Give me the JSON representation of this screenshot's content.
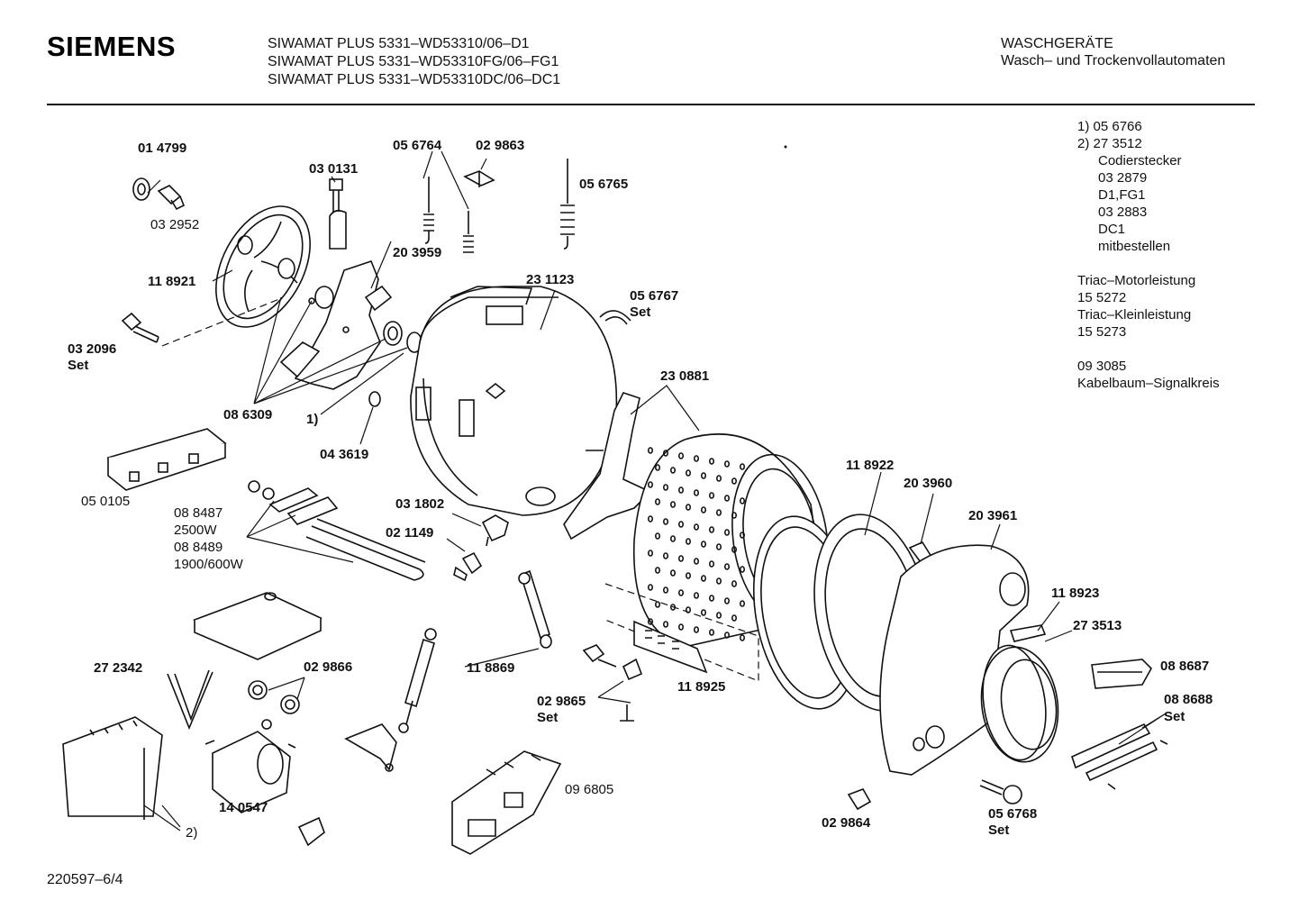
{
  "header": {
    "brand": "SIEMENS",
    "models": [
      "SIWAMAT PLUS 5331–WD53310/06–D1",
      "SIWAMAT PLUS 5331–WD53310FG/06–FG1",
      "SIWAMAT PLUS 5331–WD53310DC/06–DC1"
    ],
    "category_title": "WASCHGERÄTE",
    "category_subtitle": "Wasch– und Trockenvollautomaten"
  },
  "notes": [
    "1)  05 6766",
    "2)  27 3512",
    "Codierstecker",
    "03 2879",
    "D1,FG1",
    "03 2883",
    "DC1",
    "mitbestellen",
    "",
    "Triac–Motorleistung",
    "15 5272",
    "Triac–Kleinleistung",
    "15 5273",
    "",
    "09 3085",
    "Kabelbaum–Signalkreis"
  ],
  "parts": {
    "p014799": "01 4799",
    "p032952": "03 2952",
    "p030131": "03 0131",
    "p056764": "05 6764",
    "p029863": "02 9863",
    "p056765": "05 6765",
    "p203959": "20 3959",
    "p118921": "11 8921",
    "p231123": "23 1123",
    "p056767": "05 6767",
    "p056767_set": "Set",
    "p032096": "03 2096",
    "p032096_set": "Set",
    "p230881": "23 0881",
    "p086309": "08 6309",
    "ref1": "1)",
    "p043619": "04 3619",
    "p050105": "05 0105",
    "p088487": "08 8487",
    "w2500": "2500W",
    "p088489": "08 8489",
    "w1900": "1900/600W",
    "p031802": "03 1802",
    "p021149": "02 1149",
    "p118922": "11 8922",
    "p203960": "20 3960",
    "p203961": "20 3961",
    "p118923": "11 8923",
    "p273513": "27 3513",
    "p088687": "08 8687",
    "p088688": "08 8688",
    "p088688_set": "Set",
    "p272342": "27 2342",
    "p029866": "02 9866",
    "p118869": "11 8869",
    "p118925": "11 8925",
    "p029865": "02 9865",
    "p029865_set": "Set",
    "p140547": "14 0547",
    "ref2": "2)",
    "p096805": "09 6805",
    "p029864": "02 9864",
    "p056768": "05 6768",
    "p056768_set": "Set"
  },
  "footer": {
    "doc_id": "220597–6/4"
  }
}
